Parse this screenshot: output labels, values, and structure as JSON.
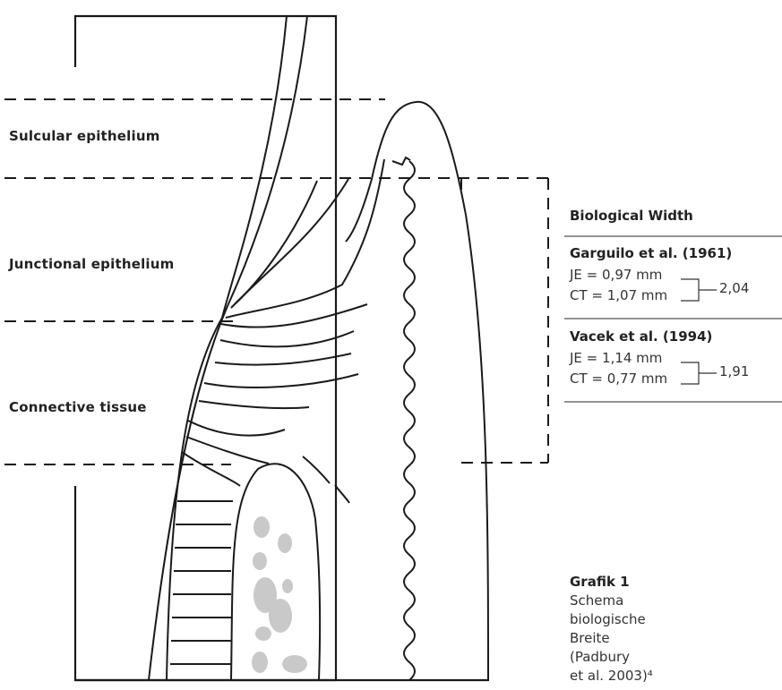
{
  "zones": {
    "sulcular": "Sulcular epithelium",
    "junctional": "Junctional epithelium",
    "connective": "Connective tissue"
  },
  "panel": {
    "title": "Biological Width",
    "studies": [
      {
        "title": "Garguilo et al. (1961)",
        "je": "JE = 0,97 mm",
        "ct": "CT = 1,07 mm",
        "total": "2,04"
      },
      {
        "title": "Vacek et al. (1994)",
        "je": "JE = 1,14 mm",
        "ct": "CT = 0,77 mm",
        "total": "1,91"
      }
    ]
  },
  "caption": {
    "title": "Grafik 1",
    "lines": [
      "Schema",
      "biologische",
      "Breite",
      "(Padbury",
      "et al. 2003)⁴"
    ]
  },
  "colors": {
    "line": "#1a1a1a",
    "bone": "#c9c9c9"
  }
}
